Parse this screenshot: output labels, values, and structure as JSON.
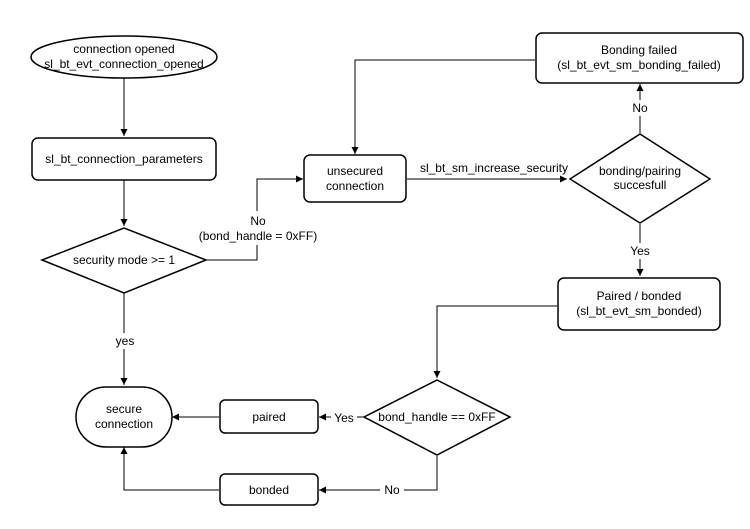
{
  "nodes": {
    "connection_opened": {
      "lines": [
        "connection opened",
        "sl_bt_evt_connection_opened"
      ]
    },
    "connection_parameters": {
      "lines": [
        "sl_bt_connection_parameters"
      ]
    },
    "security_mode": {
      "lines": [
        "security mode >= 1"
      ]
    },
    "secure_connection": {
      "lines": [
        "secure",
        "connection"
      ]
    },
    "unsecured_connection": {
      "lines": [
        "unsecured",
        "connection"
      ]
    },
    "bonding_failed": {
      "lines": [
        "Bonding failed",
        "(sl_bt_evt_sm_bonding_failed)"
      ]
    },
    "pairing_success": {
      "lines": [
        "bonding/pairing",
        "succesfull"
      ]
    },
    "paired_bonded": {
      "lines": [
        "Paired / bonded",
        "(sl_bt_evt_sm_bonded)"
      ]
    },
    "bond_handle_check": {
      "lines": [
        "bond_handle == 0xFF"
      ]
    },
    "paired": {
      "lines": [
        "paired"
      ]
    },
    "bonded": {
      "lines": [
        "bonded"
      ]
    }
  },
  "edge_labels": {
    "no_bond_handle": [
      "No",
      "(bond_handle = 0xFF)"
    ],
    "yes_secure": "yes",
    "increase_security": "sl_bt_sm_increase_security",
    "no_failed": "No",
    "yes_success": "Yes",
    "yes_paired": "Yes",
    "no_bonded": "No"
  }
}
